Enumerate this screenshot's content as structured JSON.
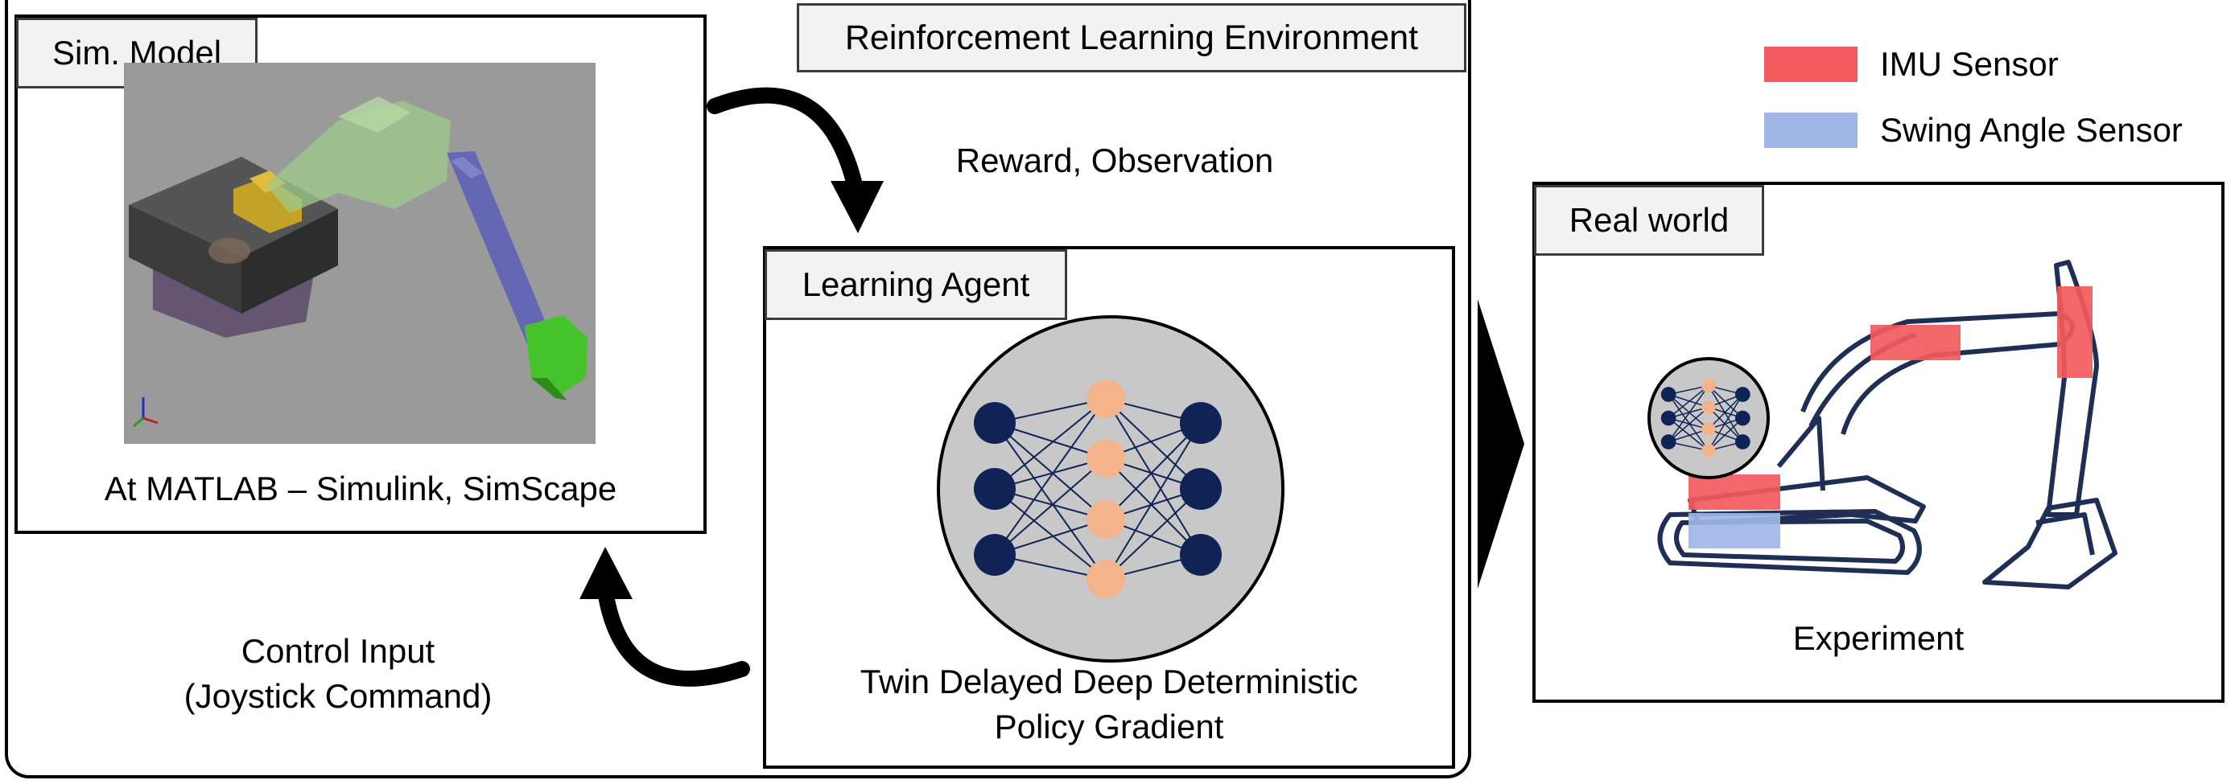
{
  "rl_env": {
    "title": "Reinforcement Learning Environment"
  },
  "sim": {
    "title": "Sim. Model",
    "caption": "At MATLAB – Simulink, SimScape"
  },
  "reward_label": "Reward, Observation",
  "control_label": {
    "line1": "Control Input",
    "line2": "(Joystick Command)"
  },
  "agent": {
    "title": "Learning Agent",
    "caption_line1": "Twin Delayed Deep Deterministic",
    "caption_line2": "Policy Gradient"
  },
  "real": {
    "title": "Real world",
    "caption": "Experiment"
  },
  "legend": {
    "items": [
      {
        "label": "IMU Sensor",
        "color": "#f25a5e"
      },
      {
        "label": "Swing Angle Sensor",
        "color": "#a0b6e6"
      }
    ]
  },
  "colors": {
    "node_dark": "#0f2356",
    "node_light": "#f4b48b",
    "nn_background": "#c8c8c8",
    "sim_background": "#9a9a9a",
    "excavator_outline": "#1f2e55"
  },
  "icons": [
    "curved-arrow-icon",
    "right-triangle-arrow-icon",
    "neural-network-icon",
    "excavator-icon",
    "axis-triad-icon"
  ]
}
